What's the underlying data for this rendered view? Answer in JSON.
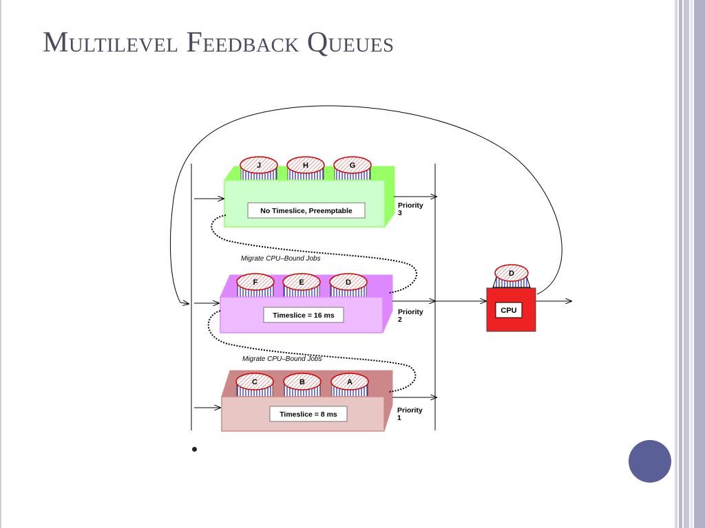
{
  "slide": {
    "title": "Multilevel Feedback Queues"
  },
  "diagram": {
    "queues": [
      {
        "label": "No Timeslice, Preemptable",
        "priority_word": "Priority",
        "priority_num": "3",
        "jobs": [
          "J",
          "H",
          "G"
        ]
      },
      {
        "label": "Timeslice = 16 ms",
        "priority_word": "Priority",
        "priority_num": "2",
        "jobs": [
          "F",
          "E",
          "D"
        ]
      },
      {
        "label": "Timeslice = 8 ms",
        "priority_word": "Priority",
        "priority_num": "1",
        "jobs": [
          "C",
          "B",
          "A"
        ]
      }
    ],
    "migrate_label_1": "Migrate CPU–Bound Jobs",
    "migrate_label_2": "Migrate CPU–Bound Jobs",
    "cpu_label": "CPU",
    "cpu_job": "D"
  },
  "colors": {
    "title": "#4a4a5e",
    "queue3_front": "#ccffcc",
    "queue3_top": "#99ff66",
    "queue2_front": "#eebbff",
    "queue2_top": "#dd88ff",
    "queue1_front": "#e8c6c4",
    "queue1_top": "#cc8888",
    "cpu": "#ee2222",
    "accent_circle": "#5a5f98"
  }
}
